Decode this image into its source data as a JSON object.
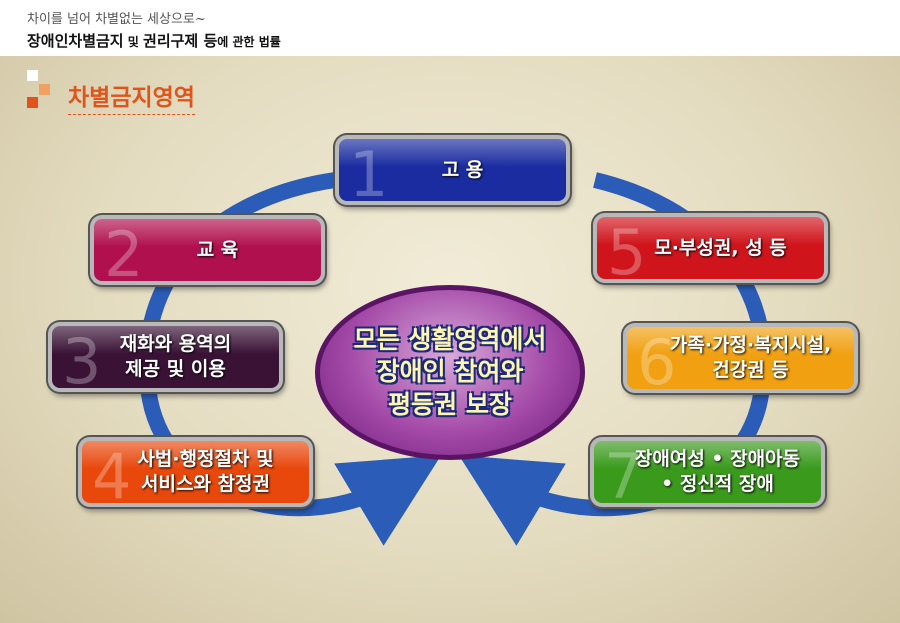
{
  "header": {
    "subtitle": "차이를 넘어 차별없는 세상으로~",
    "title_a": "장애인차별금지",
    "title_b": " 및 ",
    "title_c": "권리구제 등",
    "title_d": "에 관한 법률"
  },
  "section_title": "차별금지영역",
  "center_lines": [
    "모든 생활영역에서",
    "장애인 참여와",
    "평등권 보장"
  ],
  "areas": [
    {
      "num": "1",
      "lines": [
        "고 용"
      ],
      "color": "#1a2ca0"
    },
    {
      "num": "2",
      "lines": [
        "교 육"
      ],
      "color": "#b0104e"
    },
    {
      "num": "3",
      "lines": [
        "재화와 용역의",
        "제공 및 이용"
      ],
      "color": "#3a1236"
    },
    {
      "num": "4",
      "lines": [
        "사법·행정절차 및",
        "서비스와 참정권"
      ],
      "color": "#e8480c"
    },
    {
      "num": "5",
      "lines": [
        "모·부성권, 성 등"
      ],
      "color": "#d0141c"
    },
    {
      "num": "6",
      "lines": [
        "가족·가정·복지시설,",
        "건강권 등"
      ],
      "color": "#f0a010"
    },
    {
      "num": "7",
      "lines": [
        "장애여성 • 장애아동",
        "• 정신적 장애"
      ],
      "color": "#3a9a1c"
    }
  ]
}
